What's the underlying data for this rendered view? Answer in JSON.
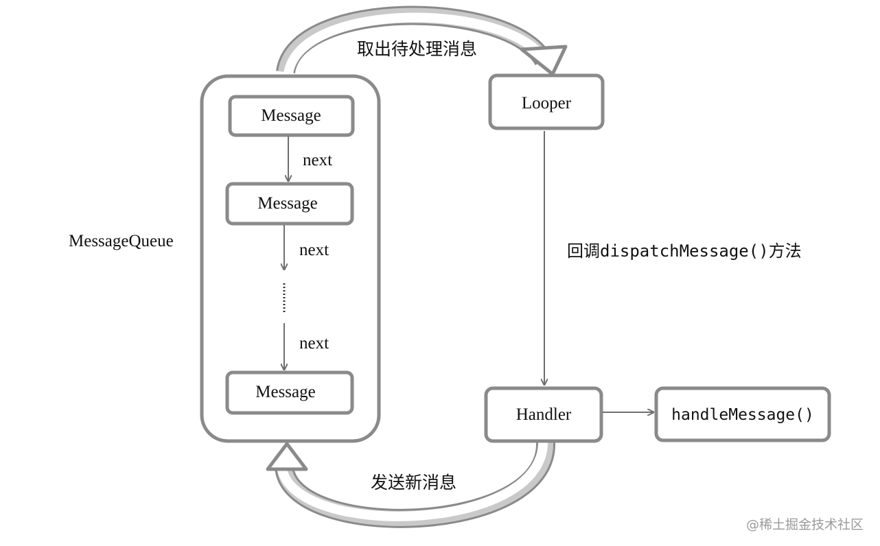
{
  "diagram": {
    "queue_label": "MessageQueue",
    "messages": [
      "Message",
      "Message",
      "Message"
    ],
    "next_labels": [
      "next",
      "next",
      "next"
    ],
    "looper_label": "Looper",
    "handler_label": "Handler",
    "handle_method_label": "handleMessage()",
    "fetch_label": "取出待处理消息",
    "callback_label_prefix": "回调",
    "callback_label_code": "dispatchMessage()",
    "callback_label_suffix": "方法",
    "send_label": "发送新消息"
  },
  "watermark": "@稀土掘金技术社区",
  "colors": {
    "stroke": "#8a8a8a",
    "arrow_fill": "#c9c9c9",
    "text": "#111111",
    "watermark": "#9a9a9a"
  }
}
